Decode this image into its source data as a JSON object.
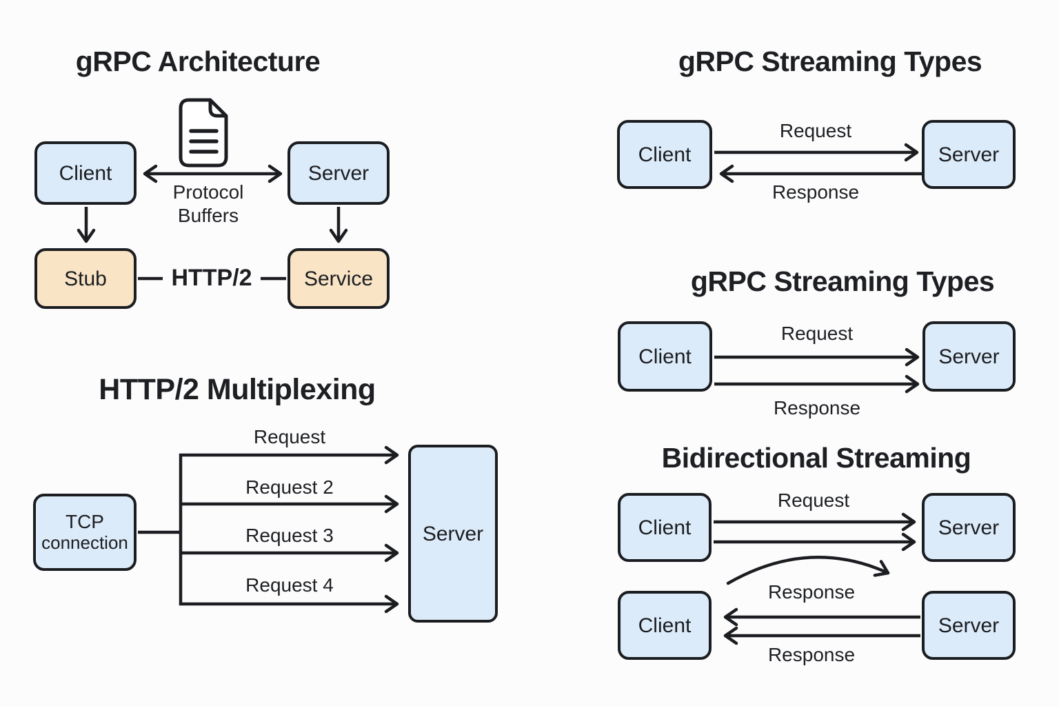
{
  "app": {
    "type": "diagram-sheet",
    "background": "#fcfcfc"
  },
  "colors": {
    "node_blue": "#dcebf9",
    "node_orange": "#f9e4c5",
    "stroke": "#1b1d21",
    "text": "#1d1f23",
    "background": "#fcfcfc"
  },
  "icons": {
    "protocol_buffers_file": "document-icon"
  },
  "panels": {
    "architecture": {
      "title": "gRPC Architecture",
      "nodes": {
        "client": "Client",
        "server": "Server",
        "stub": "Stub",
        "service": "Service"
      },
      "labels": {
        "protocol_line1": "Protocol",
        "protocol_line2": "Buffers",
        "transport": "HTTP/2"
      }
    },
    "unary_streaming": {
      "title": "gRPC Streaming Types",
      "nodes": {
        "client": "Client",
        "server": "Server"
      },
      "labels": {
        "request": "Request",
        "response": "Response"
      }
    },
    "server_streaming": {
      "title": "gRPC Streaming Types",
      "nodes": {
        "client": "Client",
        "server": "Server"
      },
      "labels": {
        "request": "Request",
        "response": "Response"
      }
    },
    "multiplexing": {
      "title": "HTTP/2 Multiplexing",
      "nodes": {
        "tcp_line1": "TCP",
        "tcp_line2": "connection",
        "server": "Server"
      },
      "labels": {
        "request_1": "Request",
        "request_2": "Request 2",
        "request_3": "Request 3",
        "request_4": "Request 4"
      }
    },
    "bidirectional": {
      "title": "Bidirectional Streaming",
      "nodes": {
        "client_top": "Client",
        "server_top": "Server",
        "client_bottom": "Client",
        "server_bottom": "Server"
      },
      "labels": {
        "request": "Request",
        "response_upper": "Response",
        "response_lower": "Response"
      }
    }
  }
}
